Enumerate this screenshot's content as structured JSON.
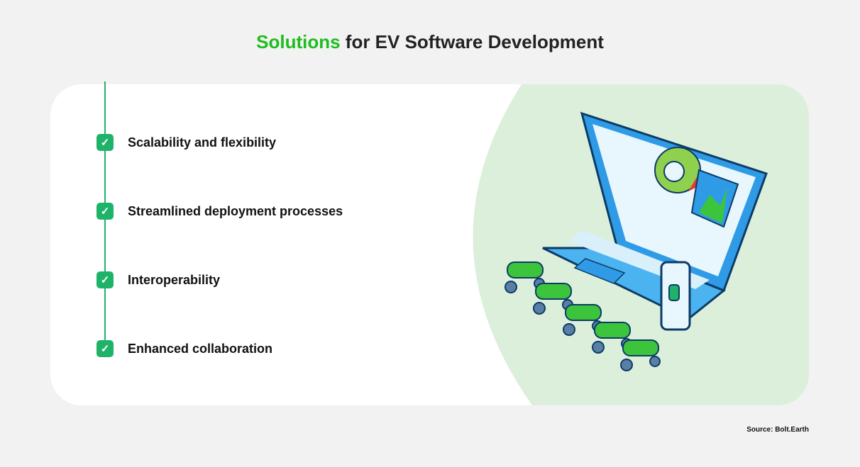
{
  "title": {
    "highlight": "Solutions",
    "rest": " for EV Software Development"
  },
  "items": [
    {
      "label": "Scalability and flexibility"
    },
    {
      "label": "Streamlined deployment processes"
    },
    {
      "label": "Interoperability"
    },
    {
      "label": "Enhanced collaboration"
    }
  ],
  "source": "Source: Bolt.Earth",
  "colors": {
    "accent": "#1ebd1e",
    "check": "#1fb36a",
    "blob": "#dbefdb",
    "laptop": "#2f9be6"
  }
}
